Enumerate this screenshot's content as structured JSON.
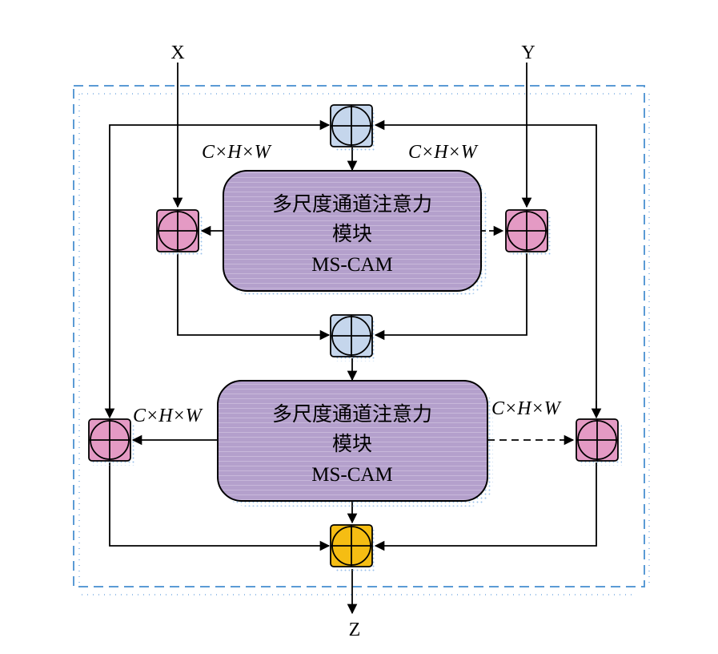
{
  "inputs": {
    "x_label": "X",
    "y_label": "Y"
  },
  "output": {
    "z_label": "Z"
  },
  "dimension_labels": {
    "top_left": "C×H×W",
    "top_right": "C×H×W",
    "bottom_left": "C×H×W",
    "bottom_right": "C×H×W"
  },
  "modules": [
    {
      "line1": "多尺度通道注意力",
      "line2": "模块",
      "line3": "MS-CAM"
    },
    {
      "line1": "多尺度通道注意力",
      "line2": "模块",
      "line3": "MS-CAM"
    }
  ],
  "colors": {
    "frame": "#5b9bd5",
    "module_fill": "#b4a0cc",
    "blue_node": "#c5d6ec",
    "pink_node": "#e49ac4",
    "gold_node": "#f5bd13",
    "dots": "#9cc2ea"
  }
}
